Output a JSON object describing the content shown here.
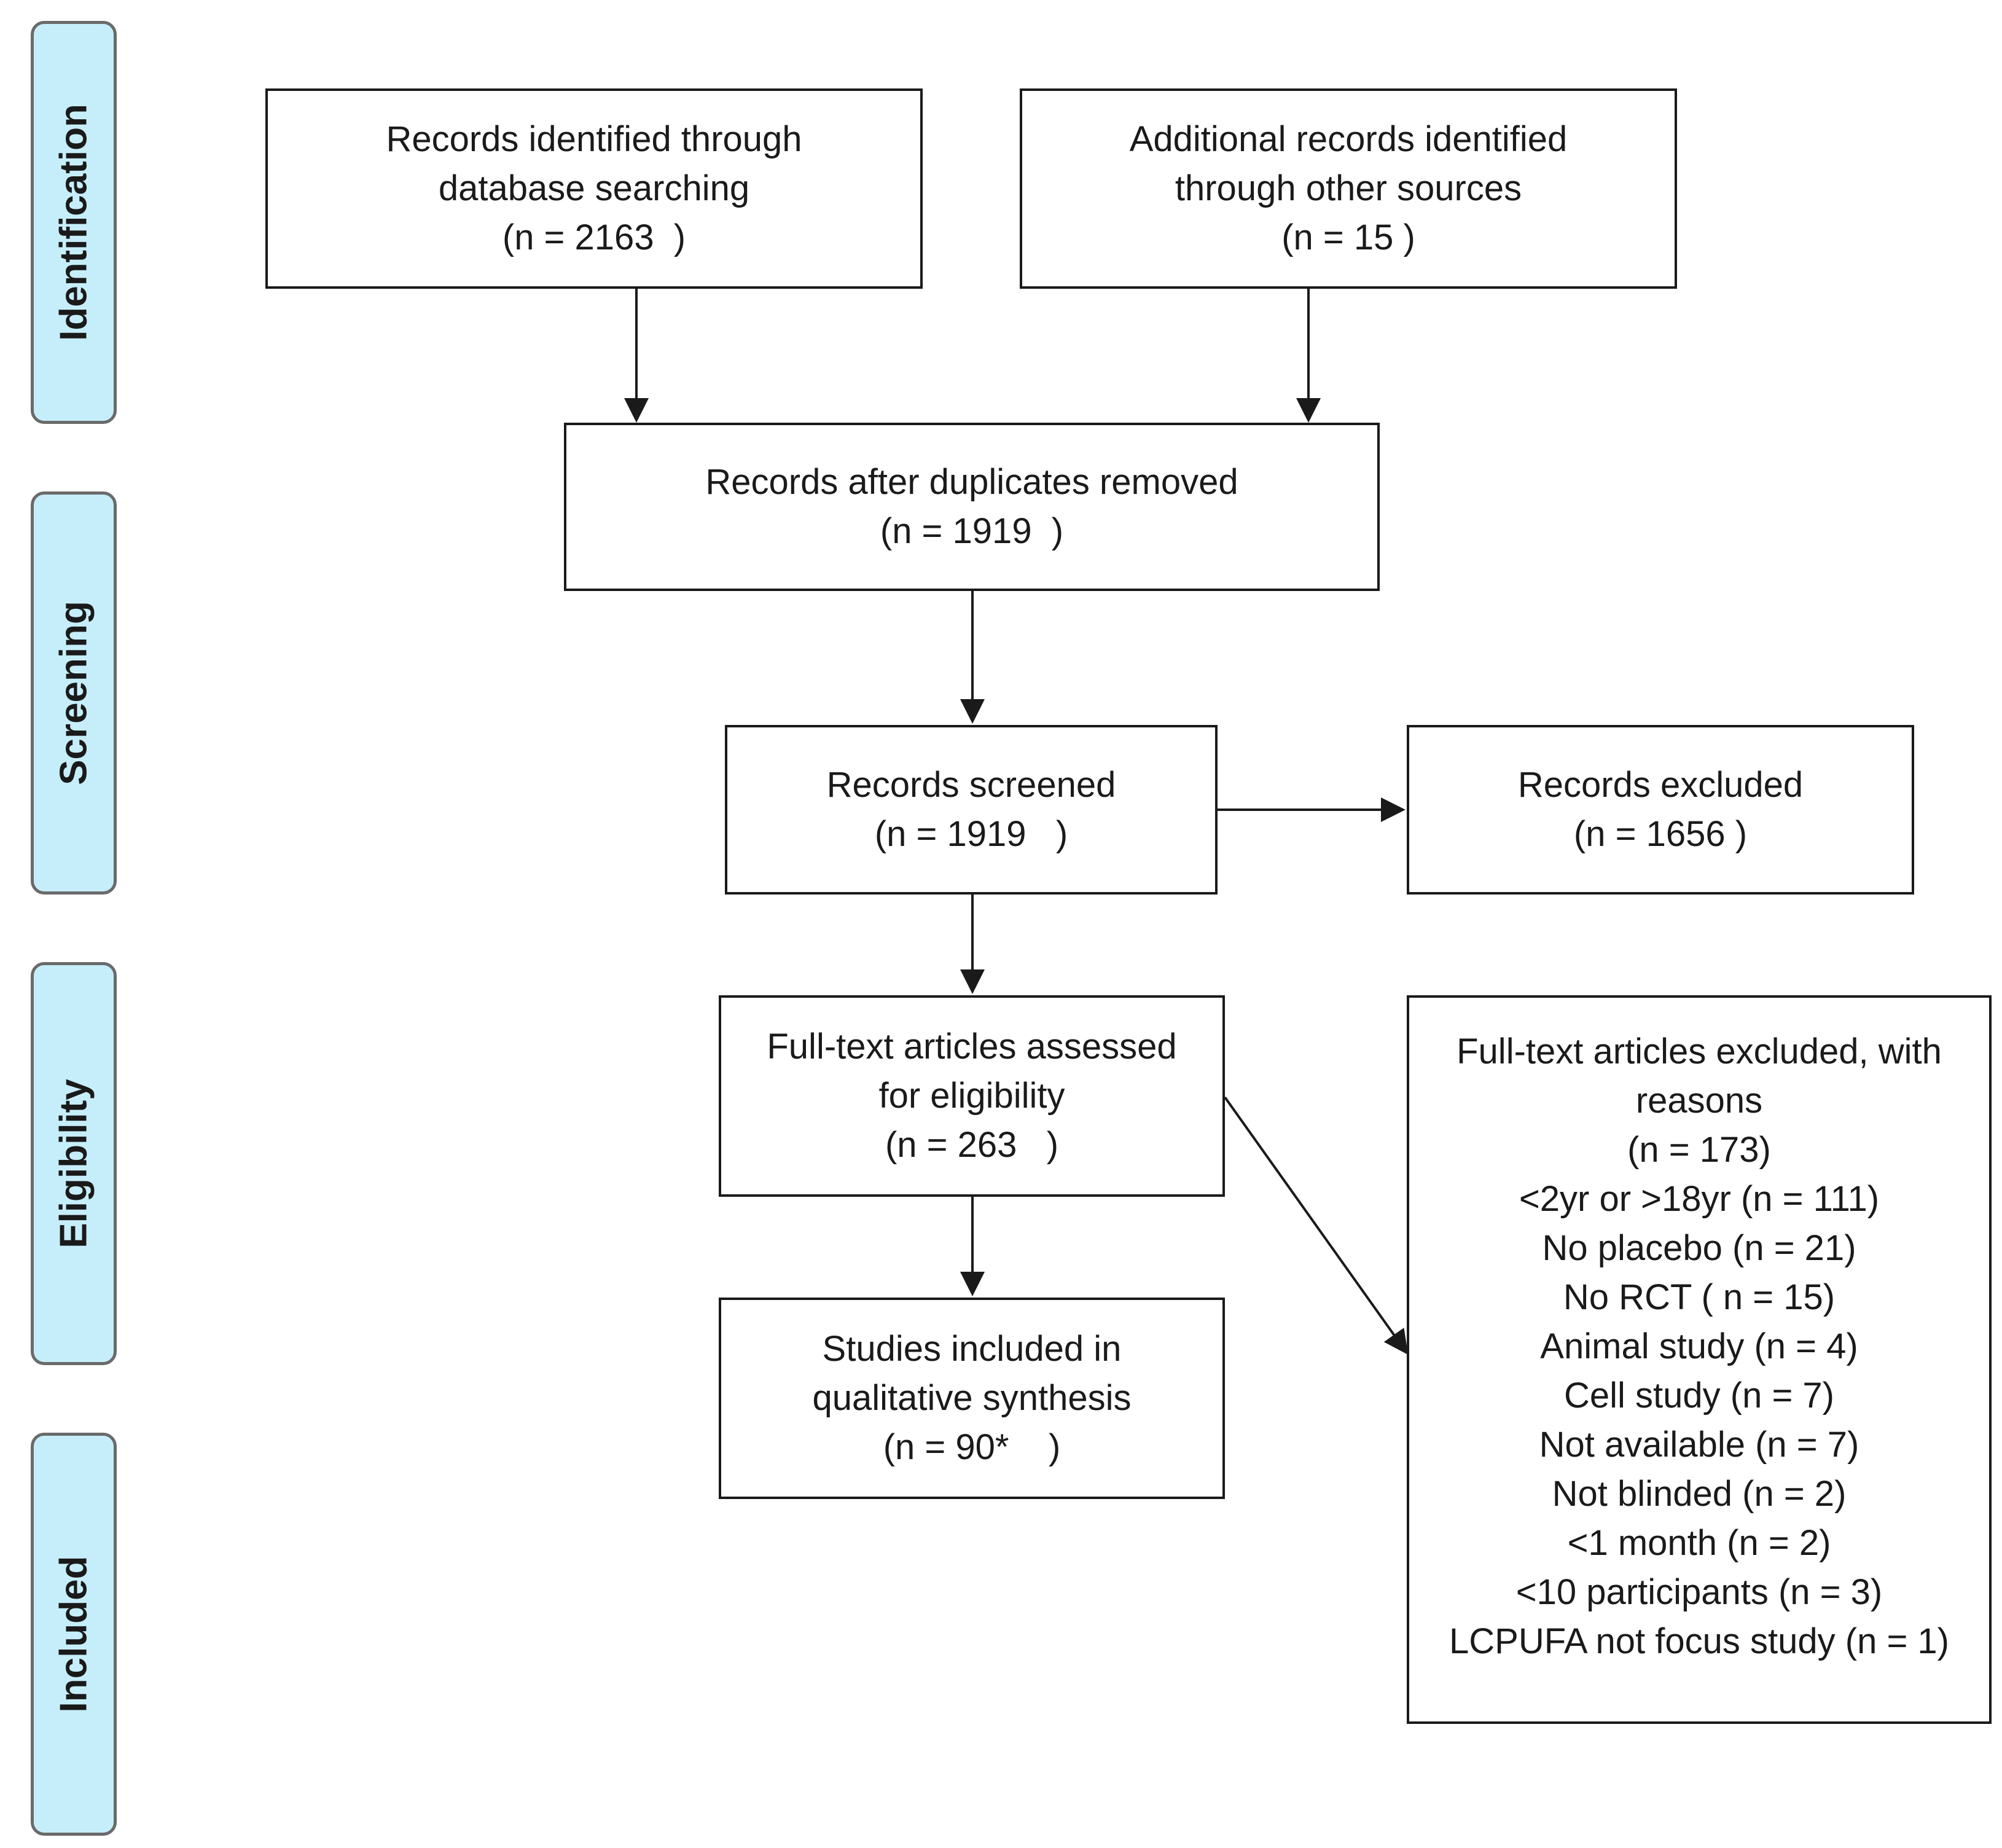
{
  "stages": {
    "identification": "Identification",
    "screening": "Screening",
    "eligibility": "Eligibility",
    "included": "Included"
  },
  "boxes": {
    "database": {
      "line1": "Records identified through",
      "line2": "database searching",
      "count": "(n = 2163  )"
    },
    "other_sources": {
      "line1": "Additional records identified",
      "line2": "through other sources",
      "count": "(n = 15 )"
    },
    "duplicates_removed": {
      "line1": "Records after duplicates removed",
      "count": "(n = 1919  )"
    },
    "screened": {
      "line1": "Records screened",
      "count": "(n = 1919   )"
    },
    "excluded": {
      "line1": "Records excluded",
      "count": "(n = 1656 )"
    },
    "fulltext": {
      "line1": "Full-text articles assessed",
      "line2": "for eligibility",
      "count": "(n = 263   )"
    },
    "included": {
      "line1": "Studies included in",
      "line2": "qualitative synthesis",
      "count": "(n = 90*    )"
    },
    "fulltext_excluded": {
      "line1": "Full-text articles excluded, with",
      "line2": "reasons",
      "count": "(n = 173)",
      "reasons": [
        "<2yr or >18yr (n = 111)",
        "No placebo (n = 21)",
        "No RCT ( n = 15)",
        "Animal study (n = 4)",
        "Cell study (n = 7)",
        "Not available (n = 7)",
        "Not blinded (n = 2)",
        "<1 month (n = 2)",
        "<10 participants (n = 3)",
        "LCPUFA not focus study (n = 1)"
      ]
    }
  }
}
